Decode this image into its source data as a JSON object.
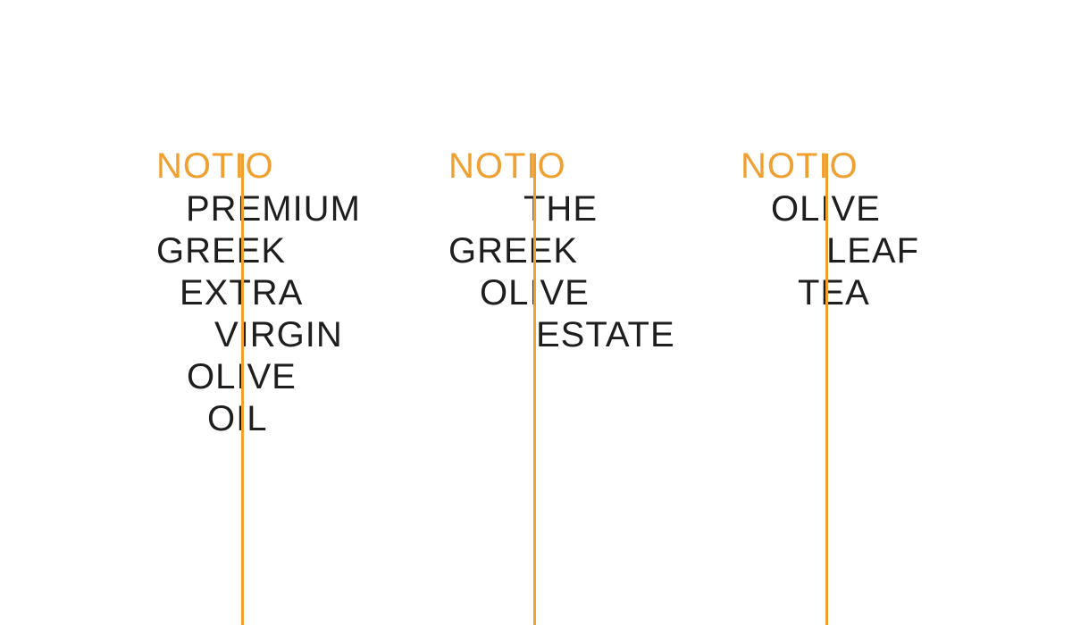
{
  "colors": {
    "accent": "#f0a030",
    "text": "#1e1e1e",
    "background": "#ffffff"
  },
  "wordmarks": [
    {
      "brand": "NOTIO",
      "lines": [
        "PREMIUM",
        "GREEK",
        "EXTRA",
        "VIRGIN",
        "OLIVE",
        "OIL"
      ]
    },
    {
      "brand": "NOTIO",
      "lines": [
        "THE",
        "GREEK",
        "OLIVE",
        "ESTATE"
      ]
    },
    {
      "brand": "NOTIO",
      "lines": [
        "OLIVE",
        "LEAF",
        "TEA"
      ]
    }
  ]
}
